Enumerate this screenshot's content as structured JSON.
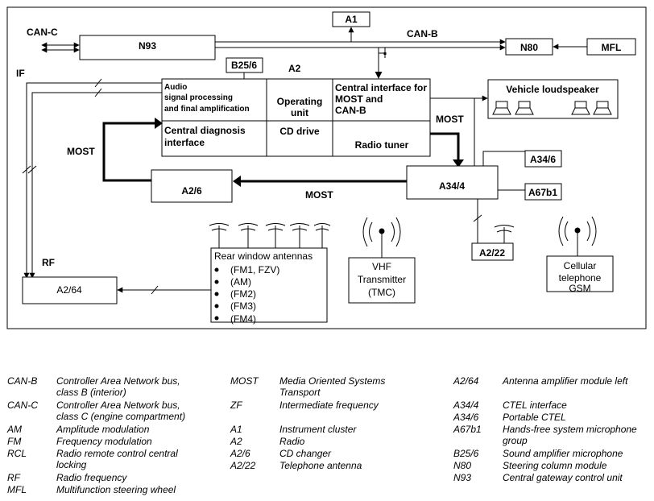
{
  "diagram": {
    "nodes": {
      "a1": "A1",
      "n93": "N93",
      "n80": "N80",
      "mfl": "MFL",
      "b25_6": "B25/6",
      "a2": "A2",
      "a2_audio_1": "Audio",
      "a2_audio_2": "signal processing",
      "a2_audio_3": "and final amplification",
      "a2_operating_1": "Operating",
      "a2_operating_2": "unit",
      "a2_central_1": "Central interface for",
      "a2_central_2": "MOST and",
      "a2_central_3": "CAN-B",
      "a2_diag_1": "Central diagnosis",
      "a2_diag_2": "interface",
      "a2_cd": "CD drive",
      "a2_radio": "Radio tuner",
      "loudspeaker": "Vehicle loudspeaker",
      "a34_4": "A34/4",
      "a34_6": "A34/6",
      "a67b1": "A67b1",
      "a2_6": "A2/6",
      "a2_22": "A2/22",
      "a2_64": "A2/64",
      "rear_title": "Rear window antennas",
      "rear_items": [
        "(FM1, FZV)",
        "(AM)",
        "(FM2)",
        "(FM3)",
        "(FM4)"
      ],
      "vhf_1": "VHF",
      "vhf_2": "Transmitter",
      "vhf_3": "(TMC)",
      "cell_1": "Cellular",
      "cell_2": "telephone",
      "cell_3": "GSM"
    },
    "connections": {
      "can_c": "CAN-C",
      "can_b": "CAN-B",
      "if": "IF",
      "rf": "RF",
      "most_left": "MOST",
      "most_right": "MOST",
      "most_bottom": "MOST"
    }
  },
  "legend": {
    "col1": [
      {
        "abbr": "CAN-B",
        "desc": "Controller Area Network bus, class B (interior)"
      },
      {
        "abbr": "CAN-C",
        "desc": "Controller Area Network bus, class C (engine compartment)"
      },
      {
        "abbr": "AM",
        "desc": "Amplitude modulation"
      },
      {
        "abbr": "FM",
        "desc": "Frequency modulation"
      },
      {
        "abbr": "RCL",
        "desc": "Radio remote control central locking"
      },
      {
        "abbr": "RF",
        "desc": "Radio frequency"
      },
      {
        "abbr": "MFL",
        "desc": "Multifunction steering wheel"
      }
    ],
    "col2": [
      {
        "abbr": "MOST",
        "desc": "Media Oriented Systems Transport"
      },
      {
        "abbr": "ZF",
        "desc": "Intermediate frequency"
      },
      {
        "abbr": "A1",
        "desc": "Instrument cluster"
      },
      {
        "abbr": "A2",
        "desc": "Radio"
      },
      {
        "abbr": "A2/6",
        "desc": "CD changer"
      },
      {
        "abbr": "A2/22",
        "desc": "Telephone antenna"
      }
    ],
    "col3": [
      {
        "abbr": "A2/64",
        "desc": "Antenna amplifier module left"
      },
      {
        "abbr": "A34/4",
        "desc": "CTEL interface"
      },
      {
        "abbr": "A34/6",
        "desc": "Portable CTEL"
      },
      {
        "abbr": "A67b1",
        "desc": "Hands-free system microphone group"
      },
      {
        "abbr": "B25/6",
        "desc": "Sound amplifier microphone"
      },
      {
        "abbr": "N80",
        "desc": "Steering column module"
      },
      {
        "abbr": "N93",
        "desc": "Central gateway control unit"
      }
    ]
  }
}
